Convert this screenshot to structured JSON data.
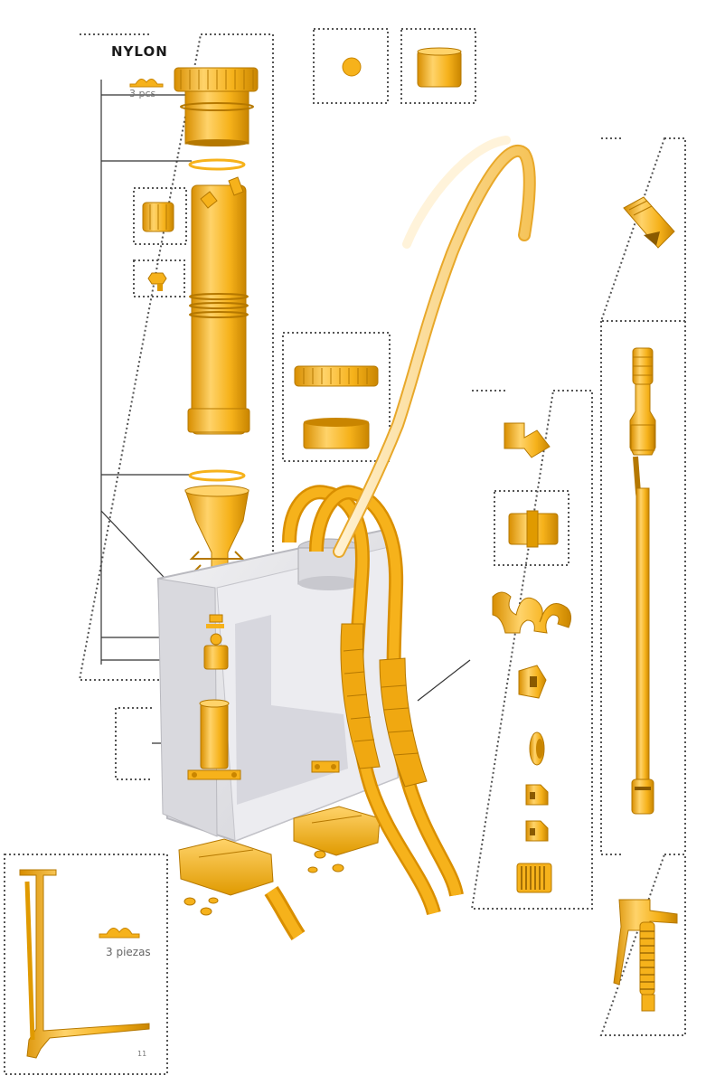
{
  "labels": {
    "material": "NYLON",
    "clip_count": "3 pcs",
    "clip_count_es": "3 piezas",
    "tiny_mark": "11"
  },
  "colors": {
    "part_fill": "#f6b21b",
    "part_light": "#ffd36a",
    "part_dark": "#c98500",
    "outline": "#8a5a00",
    "tank_fill": "#e6e6ea",
    "tank_edge": "#b9b9bf",
    "dotted_frame": "#555555",
    "leader_line": "#333333",
    "hose_fill": "#ffe4ad"
  },
  "icons": {
    "clip": "clip-icon",
    "nozzle": "nozzle-icon",
    "ball": "ball-valve-icon"
  }
}
